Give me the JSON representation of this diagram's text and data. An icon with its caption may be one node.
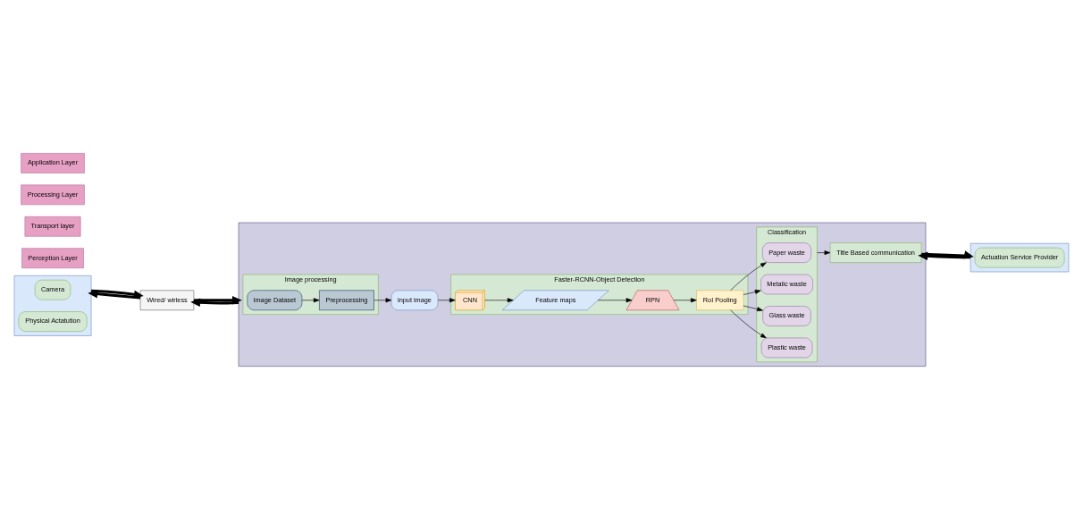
{
  "diagram": {
    "nodes": [
      {
        "text": [],
        "shape": "box"
      },
      {
        "text": [
          "Camera"
        ],
        "in": 0
      },
      {
        "text": [
          "Physical Actatution"
        ],
        "in": 0
      },
      {
        "text": [
          "Wired/ wirless"
        ]
      },
      {
        "text": [],
        "shape": "box"
      },
      {
        "text": [
          "Image processing"
        ],
        "in": 4
      },
      {
        "text": [
          "Image Dataset"
        ],
        "in": 5
      },
      {
        "text": [
          "Preprocessing"
        ],
        "in": 5
      },
      {
        "text": [
          "input image"
        ],
        "in": 4
      },
      {
        "text": [
          "Faster-RCNN-Object Detection"
        ],
        "in": 4
      },
      {
        "text": [
          "CNN"
        ],
        "in": 9
      },
      {
        "text": [
          "Feature maps"
        ],
        "in": 9
      },
      {
        "text": [
          "RPN"
        ],
        "in": 9
      },
      {
        "text": [
          "RoI Pooling"
        ],
        "in": 9
      },
      {
        "text": [
          "Classification"
        ],
        "in": 4
      },
      {
        "text": [
          "Paper waste"
        ],
        "in": 14
      },
      {
        "text": [
          "Metalic waste"
        ],
        "in": 14
      },
      {
        "text": [
          "Glass waste"
        ],
        "in": 14
      },
      {
        "text": [
          "Plastic waste"
        ],
        "in": 14
      },
      {
        "text": [
          "Title Based communication"
        ],
        "in": 4
      },
      {
        "text": [],
        "shape": "box"
      },
      {
        "text": [
          "Actuation Service Provider"
        ],
        "in": 20
      },
      {
        "text": [
          "Perception Layer"
        ]
      },
      {
        "text": [
          "Transport layer"
        ]
      },
      {
        "text": [
          "Processing Layer"
        ]
      },
      {
        "text": [
          "Application Layer"
        ]
      }
    ],
    "edges": [
      {
        "from": 0,
        "to": 3,
        "arrow": "to",
        "style": "thick"
      },
      {
        "from": 3,
        "to": 4,
        "arrow": "to",
        "style": "thick"
      },
      {
        "from": 4,
        "to": 3,
        "arrow": "to",
        "style": "thick"
      },
      {
        "from": 3,
        "to": 0,
        "arrow": "to",
        "style": "thick"
      },
      {
        "from": 6,
        "to": 7,
        "arrow": "to"
      },
      {
        "from": 7,
        "to": 8,
        "arrow": "to"
      },
      {
        "from": 8,
        "to": 10,
        "arrow": "to"
      },
      {
        "from": 10,
        "to": 11,
        "arrow": "to"
      },
      {
        "from": 11,
        "to": 12,
        "arrow": "to"
      },
      {
        "from": 12,
        "to": 13,
        "arrow": "to"
      },
      {
        "from": 13,
        "to": 15,
        "arrow": "to"
      },
      {
        "from": 13,
        "to": 16,
        "arrow": "to"
      },
      {
        "from": 13,
        "to": 17,
        "arrow": "to"
      },
      {
        "from": 13,
        "to": 18,
        "arrow": "to"
      },
      {
        "from": 14,
        "to": 19,
        "arrow": "to"
      },
      {
        "from": 19,
        "to": 20,
        "arrow": "to",
        "style": "thick"
      },
      {
        "from": 20,
        "to": 19,
        "arrow": "to",
        "style": "thick"
      }
    ]
  }
}
